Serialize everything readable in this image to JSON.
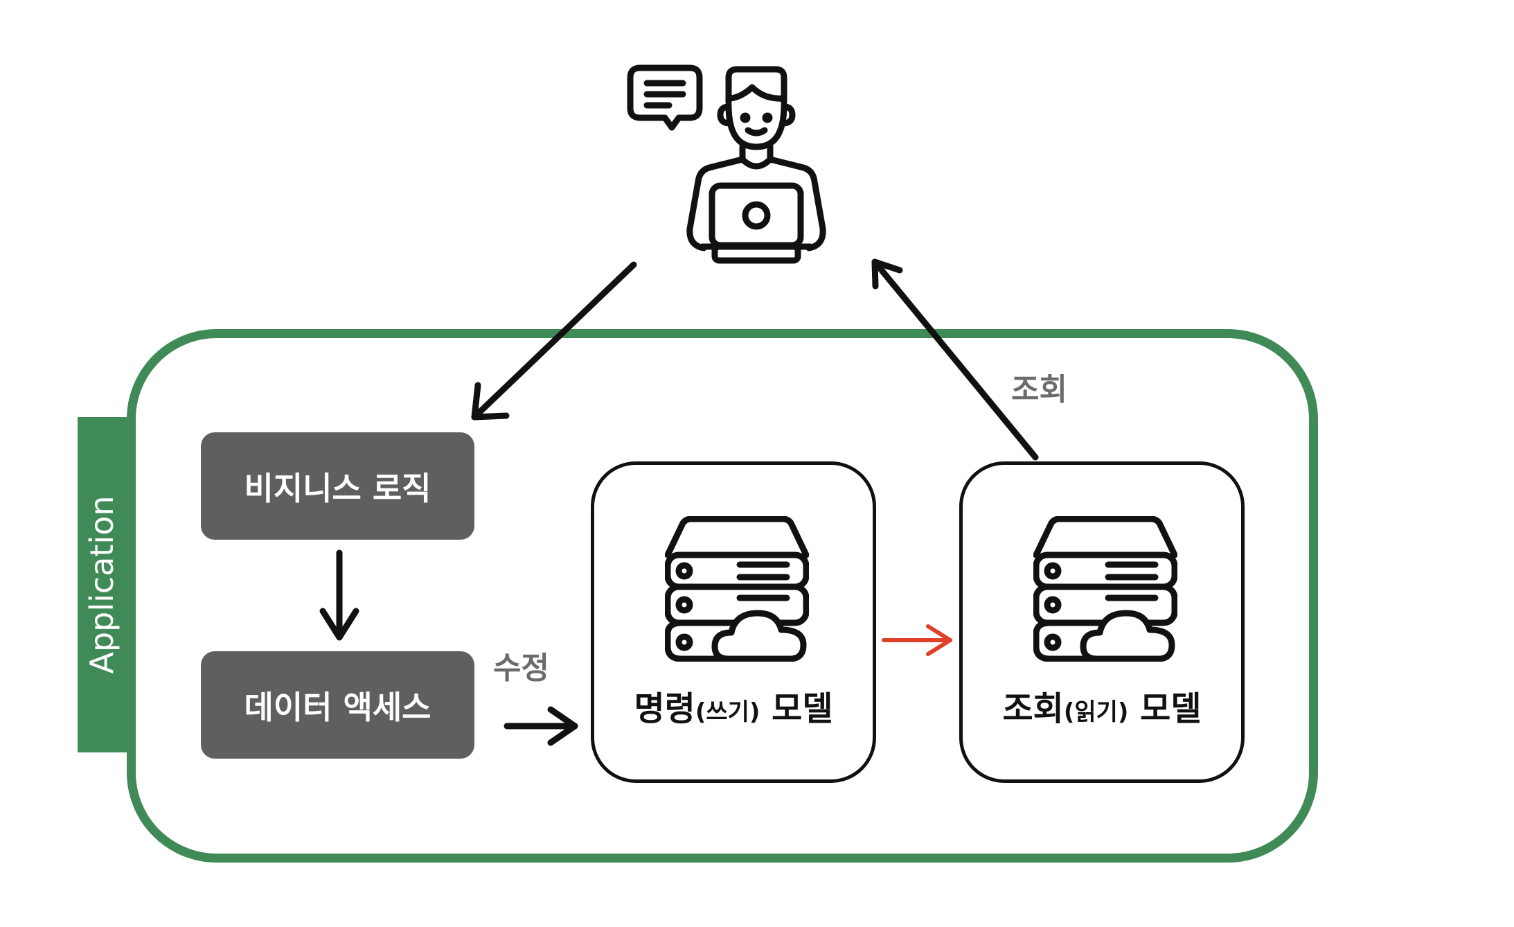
{
  "application": {
    "label": "Application"
  },
  "boxes": {
    "business_logic": "비지니스 로직",
    "data_access": "데이터 액세스"
  },
  "models": {
    "command": {
      "main": "명령",
      "paren": "(쓰기)",
      "suffix": " 모델"
    },
    "query": {
      "main": "조회",
      "paren": "(읽기)",
      "suffix": " 모델"
    }
  },
  "edges": {
    "modify": "수정",
    "query": "조회"
  },
  "colors": {
    "frame": "#3f8a57",
    "box": "#5f5f5f",
    "sync_arrow": "#e0402a",
    "arrow": "#111111"
  },
  "icons": {
    "user": "person-with-laptop-icon",
    "speech": "speech-bubble-icon",
    "database": "server-cloud-icon"
  }
}
